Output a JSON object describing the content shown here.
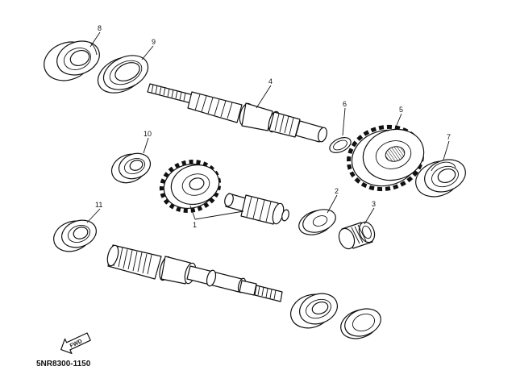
{
  "diagram": {
    "part_code": "5NR8300-1150",
    "direction_label": "FWD",
    "callouts": [
      "1",
      "2",
      "3",
      "4",
      "5",
      "6",
      "7",
      "8",
      "9",
      "10",
      "11"
    ]
  }
}
